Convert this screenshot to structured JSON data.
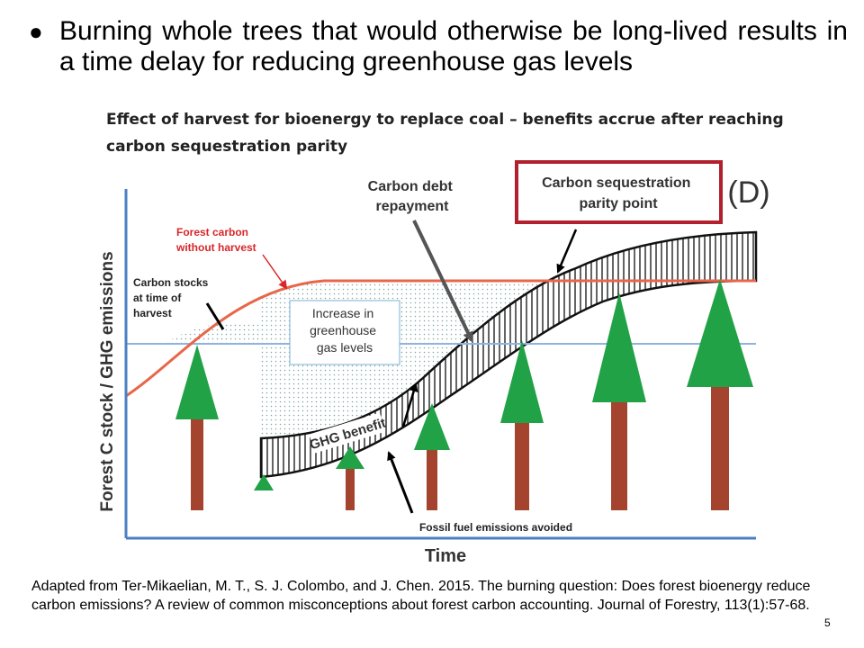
{
  "bullet": {
    "text": "Burning whole trees that would otherwise be long-lived results in a time delay for reducing greenhouse gas levels"
  },
  "figure": {
    "title": "Effect of harvest for bioenergy to replace coal – benefits accrue after reaching carbon sequestration parity",
    "panel_letter": "(D)",
    "y_axis_label": "Forest C stock / GHG emissions",
    "x_axis_label": "Time",
    "labels": {
      "forest_no_harvest": [
        "Forest carbon",
        "without harvest"
      ],
      "carbon_stocks": [
        "Carbon stocks",
        "at time of",
        "harvest"
      ],
      "carbon_debt": [
        "Carbon debt",
        "repayment"
      ],
      "parity_point": [
        "Carbon sequestration",
        "parity point"
      ],
      "increase_ghg": [
        "Increase in",
        "greenhouse",
        "gas levels"
      ],
      "ghg_benefit": "GHG benefit",
      "fossil_avoided": "Fossil fuel emissions avoided"
    },
    "colors": {
      "forest_curve": "#e8664a",
      "highlight_box": "#b2202d",
      "tree_green": "#21a246",
      "tree_trunk": "#a5442e",
      "axis": "#4a7fc1",
      "baseline": "#8fb3df",
      "annotation_red": "#d8262a"
    }
  },
  "citation": "Adapted from Ter-Mikaelian, M. T., S. J. Colombo, and J. Chen. 2015. The burning question: Does forest bioenergy reduce carbon emissions? A review of common misconceptions about forest carbon accounting. Journal of Forestry, 113(1):57-68.",
  "page_number": "5"
}
